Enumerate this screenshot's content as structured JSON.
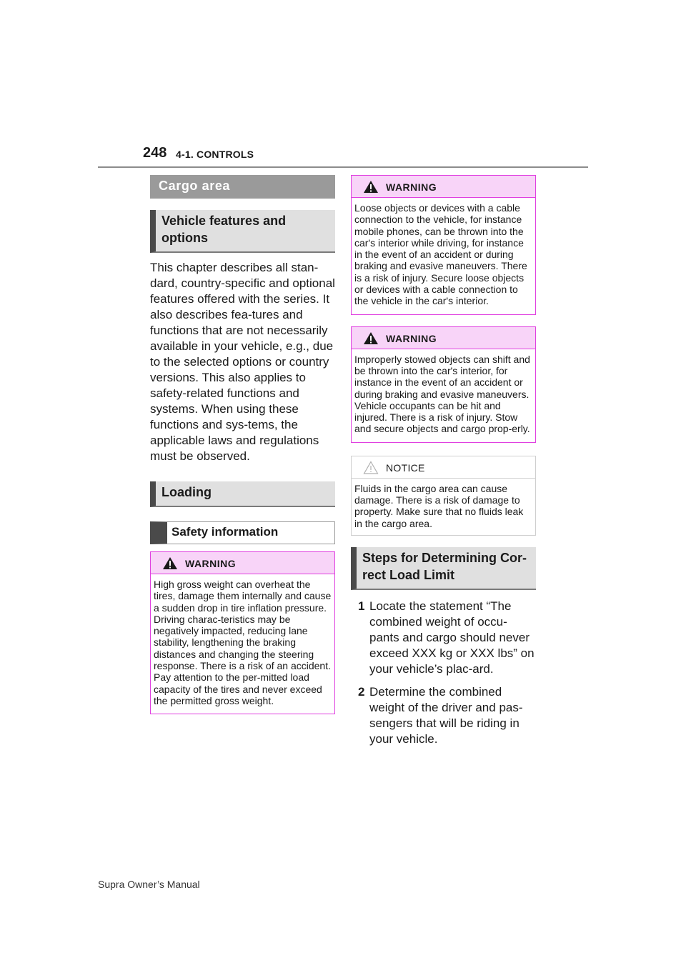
{
  "header": {
    "page_number": "248",
    "chapter": "4-1. CONTROLS"
  },
  "left": {
    "section_title": "Cargo area",
    "subsection_1": "Vehicle features and options",
    "intro_text": "This chapter describes all stan-dard, country-specific and optional features offered with the series. It also describes fea-tures and functions that are not necessarily available in your vehicle, e.g., due to the selected options or country versions. This also applies to safety-related functions and systems. When using these functions and sys-tems, the applicable laws and regulations must be observed.",
    "subsection_2": "Loading",
    "subsubsection": "Safety information",
    "warning_1": {
      "label": "WARNING",
      "text": "High gross weight can overheat the tires, damage them internally and cause a sudden drop in tire inflation pressure. Driving charac-teristics may be negatively impacted, reducing lane stability, lengthening the braking distances and changing the steering response. There is a risk of an accident. Pay attention to the per-mitted load capacity of the tires and never exceed the permitted gross weight."
    }
  },
  "right": {
    "warning_2": {
      "label": "WARNING",
      "text": "Loose objects or devices with a cable connection to the vehicle, for instance mobile phones, can be thrown into the car's interior while driving, for instance in the event of an accident or during braking and evasive maneuvers. There is a risk of injury. Secure loose objects or devices with a cable connection to the vehicle in the car's interior."
    },
    "warning_3": {
      "label": "WARNING",
      "text": "Improperly stowed objects can shift and be thrown into the car's interior, for instance in the event of an accident or during braking and evasive maneuvers. Vehicle occupants can be hit and injured. There is a risk of injury. Stow and secure objects and cargo prop-erly."
    },
    "notice": {
      "label": "NOTICE",
      "text": "Fluids in the cargo area can cause damage. There is a risk of damage to property. Make sure that no fluids leak in the cargo area."
    },
    "subsection_steps": "Steps for Determining Cor-rect Load Limit",
    "steps": [
      {
        "num": "1",
        "text": "Locate the statement “The combined weight of occu-pants and cargo should never exceed XXX kg or XXX lbs” on your vehicle’s plac-ard."
      },
      {
        "num": "2",
        "text": "Determine the combined weight of the driver and pas-sengers that will be riding in your vehicle."
      }
    ]
  },
  "footer": {
    "text": "Supra Owner’s Manual"
  },
  "colors": {
    "warning_border": "#e040e0",
    "warning_fill": "#f8d4f8",
    "section_bar": "#9a9a9a"
  },
  "icons": {
    "warning": "warning-triangle-icon",
    "notice": "notice-triangle-icon"
  }
}
